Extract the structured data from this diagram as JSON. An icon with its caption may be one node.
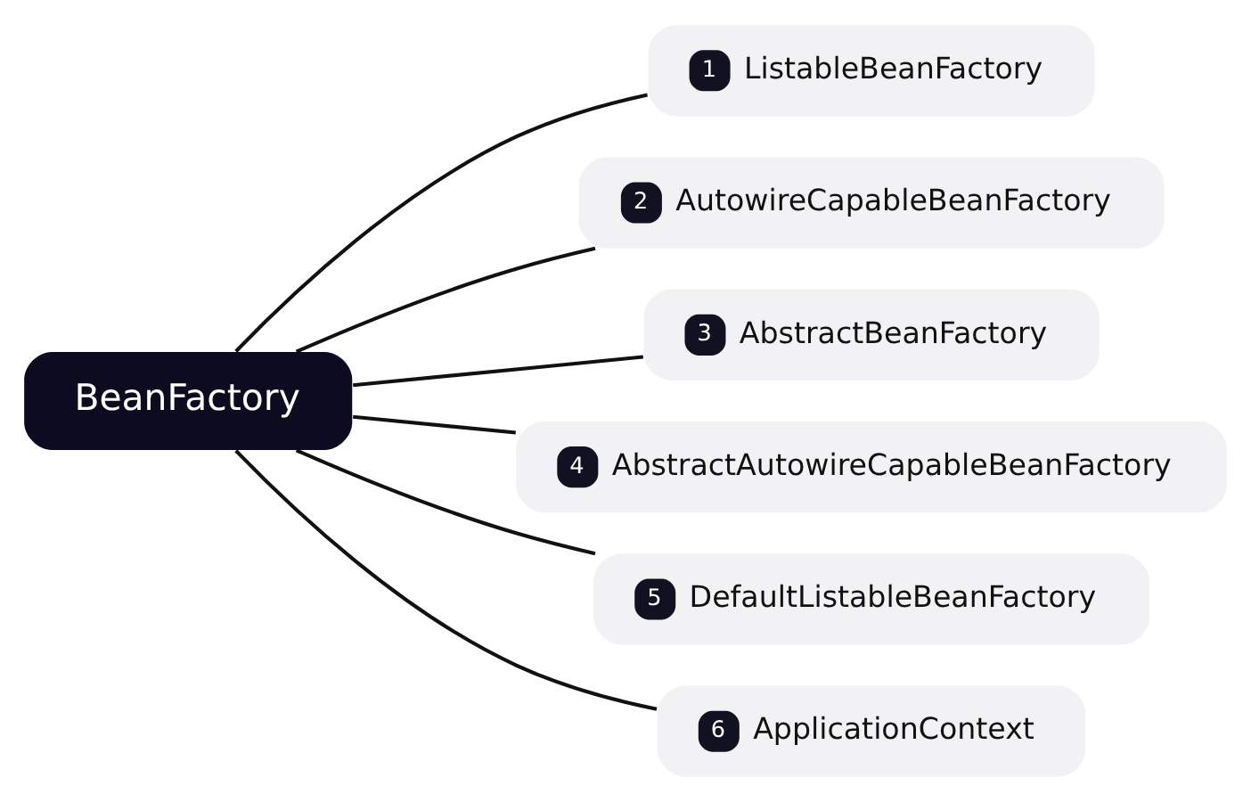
{
  "diagram": {
    "nodes": [
      {
        "text": [
          "BeanFactory"
        ]
      },
      {
        "text": [
          "1",
          "ListableBeanFactory"
        ]
      },
      {
        "text": [
          "2",
          "AutowireCapableBeanFactory"
        ]
      },
      {
        "text": [
          "3",
          "AbstractBeanFactory"
        ]
      },
      {
        "text": [
          "4",
          "AbstractAutowireCapableBeanFactory"
        ]
      },
      {
        "text": [
          "5",
          "DefaultListableBeanFactory"
        ]
      },
      {
        "text": [
          "6",
          "ApplicationContext"
        ]
      }
    ],
    "edges": [
      {
        "from": 0,
        "to": 1,
        "arrow": "none"
      },
      {
        "from": 0,
        "to": 2,
        "arrow": "none"
      },
      {
        "from": 0,
        "to": 3,
        "arrow": "none"
      },
      {
        "from": 0,
        "to": 4,
        "arrow": "none"
      },
      {
        "from": 0,
        "to": 5,
        "arrow": "none"
      },
      {
        "from": 0,
        "to": 6,
        "arrow": "none"
      }
    ]
  }
}
